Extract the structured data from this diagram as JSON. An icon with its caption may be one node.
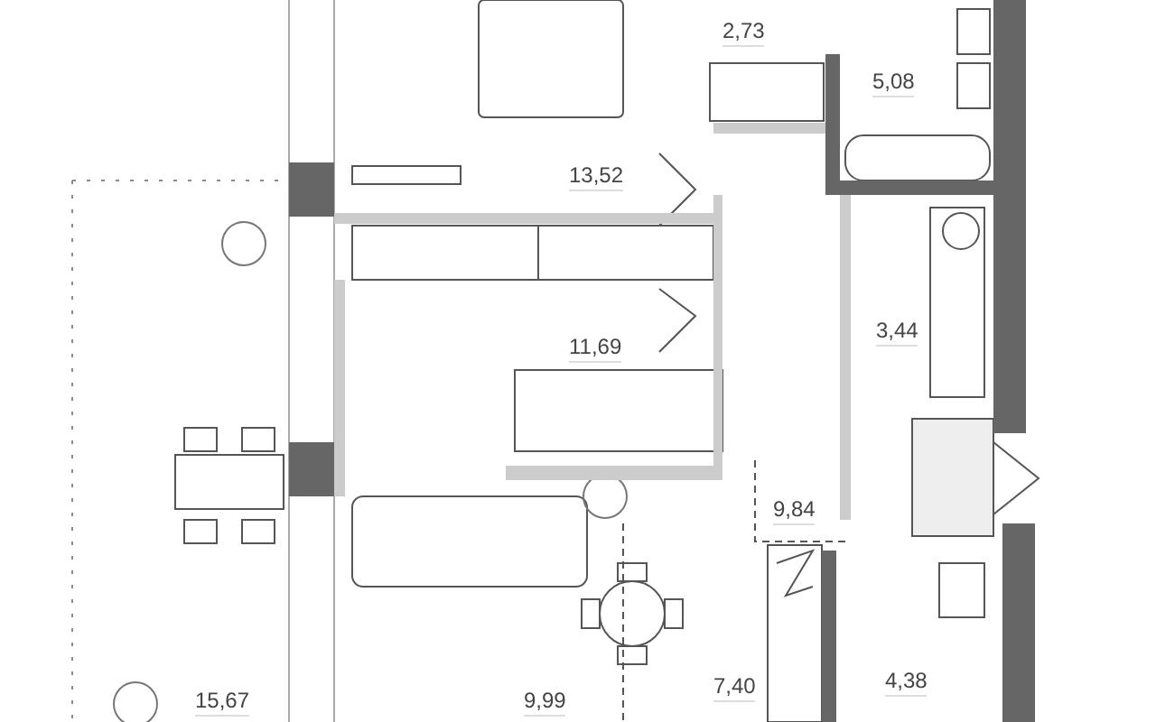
{
  "diagram": {
    "labels": [
      "2,73",
      "5,08",
      "13,52",
      "3,44",
      "11,69",
      "9,84",
      "7,40",
      "4,38",
      "15,67",
      "9,99"
    ]
  }
}
